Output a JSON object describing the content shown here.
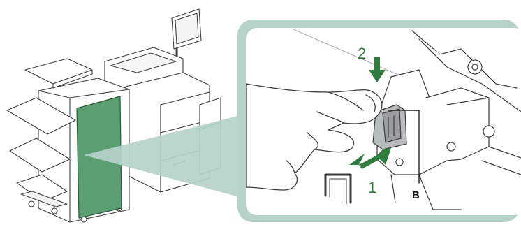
{
  "illustration": {
    "step_1_label": "1",
    "step_2_label": "2",
    "callout_letter": "B"
  },
  "colors": {
    "highlight_green": "#5a9e72",
    "step_green": "#2f7d3f",
    "zoom_frame": "#b7d3c9",
    "line_art": "#3c3c3c"
  }
}
